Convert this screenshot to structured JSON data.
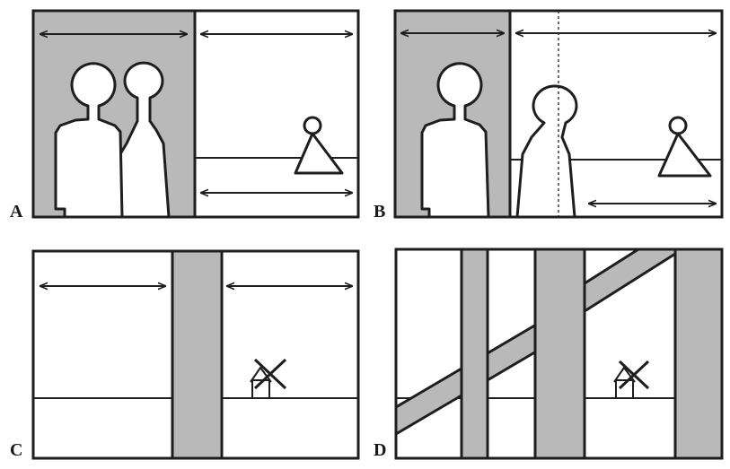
{
  "colors": {
    "ink": "#1e1e1e",
    "gray": "#b9b9b9",
    "paper": "#ffffff"
  },
  "panels": [
    {
      "label": "A"
    },
    {
      "label": "B"
    },
    {
      "label": "C"
    },
    {
      "label": "D"
    }
  ]
}
